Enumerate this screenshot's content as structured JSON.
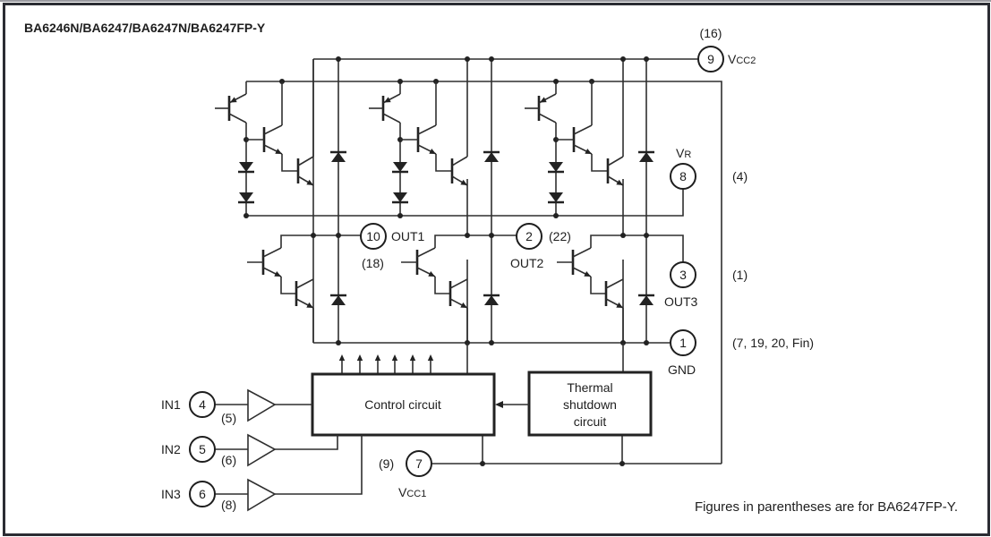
{
  "title": "BA6246N/BA6247/BA6247N/BA6247FP-Y",
  "footnote": "Figures in parentheses are for BA6247FP-Y.",
  "pins": [
    {
      "id": "vcc2",
      "number": "9",
      "name": "VCC2",
      "name_main": "V",
      "name_sub": "CC2",
      "alt": "(16)"
    },
    {
      "id": "vr",
      "number": "8",
      "name": "VR",
      "name_main": "V",
      "name_sub": "R",
      "alt": "(4)"
    },
    {
      "id": "out1",
      "number": "10",
      "name": "OUT1",
      "alt": "(18)"
    },
    {
      "id": "out2",
      "number": "2",
      "name": "OUT2",
      "alt": "(22)"
    },
    {
      "id": "out3",
      "number": "3",
      "name": "OUT3",
      "alt": "(1)"
    },
    {
      "id": "gnd",
      "number": "1",
      "name": "GND",
      "alt": "(7, 19, 20, Fin)"
    },
    {
      "id": "in1",
      "number": "4",
      "name": "IN1",
      "alt": "(5)"
    },
    {
      "id": "in2",
      "number": "5",
      "name": "IN2",
      "alt": "(6)"
    },
    {
      "id": "in3",
      "number": "6",
      "name": "IN3",
      "alt": "(8)"
    },
    {
      "id": "vcc1",
      "number": "7",
      "name": "VCC1",
      "name_main": "V",
      "name_sub": "CC1",
      "alt": "(9)"
    }
  ],
  "blocks": {
    "control": "Control circuit",
    "thermal": [
      "Thermal",
      "shutdown",
      "circuit"
    ]
  }
}
